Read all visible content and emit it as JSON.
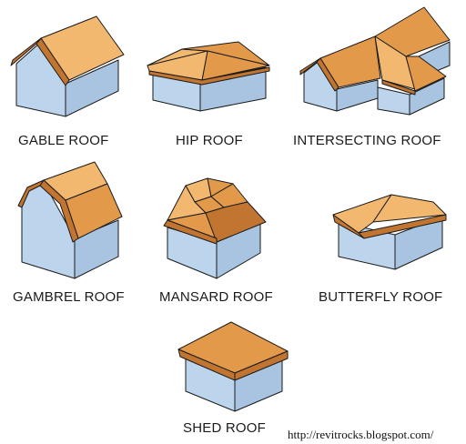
{
  "colors": {
    "wall_light": "#bcd5ed",
    "wall_dark": "#a8c4e0",
    "roof_light": "#f2b870",
    "roof_mid": "#e29a4a",
    "roof_dark": "#c27530",
    "outline": "#1a1a1a"
  },
  "roofs": [
    {
      "label": "GABLE ROOF"
    },
    {
      "label": "HIP ROOF"
    },
    {
      "label": "INTERSECTING ROOF"
    },
    {
      "label": "GAMBREL ROOF"
    },
    {
      "label": "MANSARD ROOF"
    },
    {
      "label": "BUTTERFLY ROOF"
    },
    {
      "label": "SHED ROOF"
    }
  ],
  "credit": "http://revitrocks.blogspot.com/"
}
